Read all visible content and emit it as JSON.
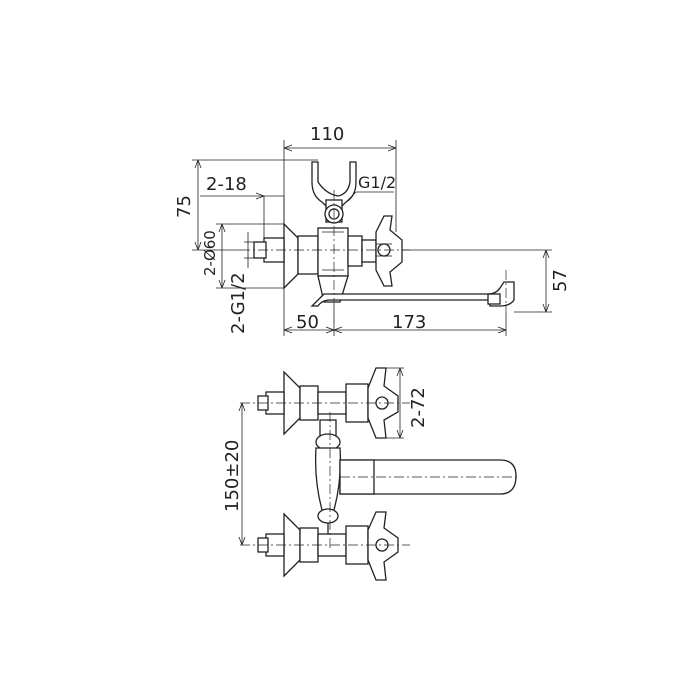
{
  "side_view": {
    "dims": {
      "top_width": "110",
      "handle_spacing": "2-18",
      "height_total": "75",
      "flange_diameter": "2-Ø60",
      "thread_inlet": "2-G1/2",
      "shower_thread": "G1/2",
      "spout_height": "57",
      "inlet_depth": "50",
      "spout_length": "173"
    }
  },
  "front_view": {
    "dims": {
      "handle_width": "2-72",
      "center_distance": "150±20"
    }
  }
}
